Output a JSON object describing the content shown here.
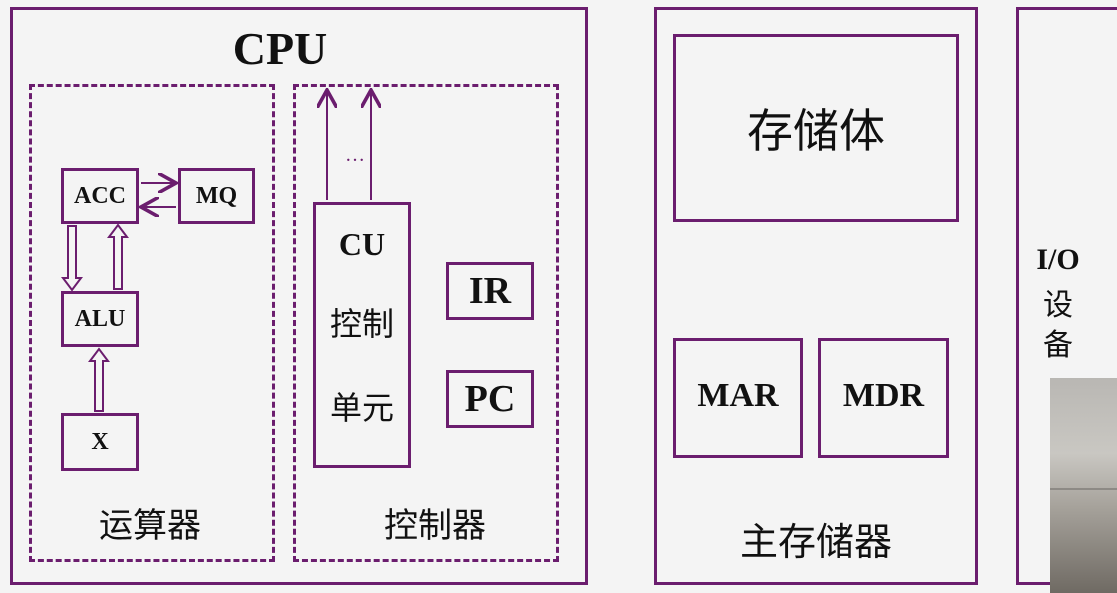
{
  "cpu": {
    "title": "CPU",
    "alu_unit": {
      "label": "运算器",
      "acc": "ACC",
      "mq": "MQ",
      "alu": "ALU",
      "x": "X"
    },
    "control_unit": {
      "label": "控制器",
      "cu_line1": "CU",
      "cu_line2": "控制",
      "cu_line3": "单元",
      "ellipsis": "…",
      "ir": "IR",
      "pc": "PC"
    }
  },
  "main_memory": {
    "label": "主存储器",
    "storage": "存储体",
    "mar": "MAR",
    "mdr": "MDR"
  },
  "io": {
    "line1": "I/O",
    "line2": "设",
    "line3": "备"
  },
  "colors": {
    "border": "#6b1d6e",
    "text": "#111111",
    "background": "#f4f4f4"
  }
}
